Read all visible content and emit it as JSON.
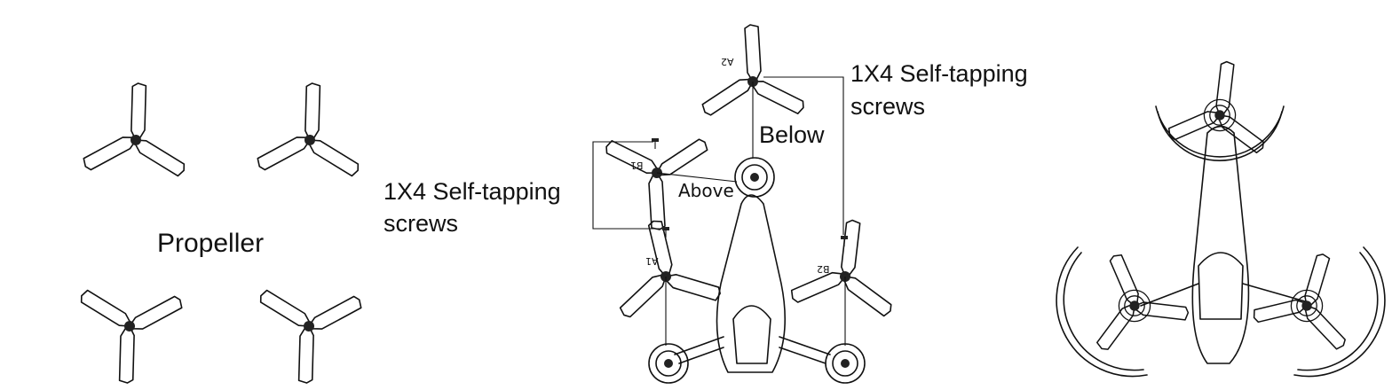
{
  "labels": {
    "propeller": "Propeller",
    "screws_left_line1": "1X4 Self-tapping",
    "screws_left_line2": "screws",
    "screws_right_line1": "1X4 Self-tapping",
    "screws_right_line2": "screws",
    "below": "Below",
    "above": "Above"
  },
  "prop_tags": {
    "a1": "A1",
    "a2": "A2",
    "b1": "B1",
    "b2": "B2"
  },
  "colors": {
    "line": "#111111",
    "background": "#ffffff"
  }
}
